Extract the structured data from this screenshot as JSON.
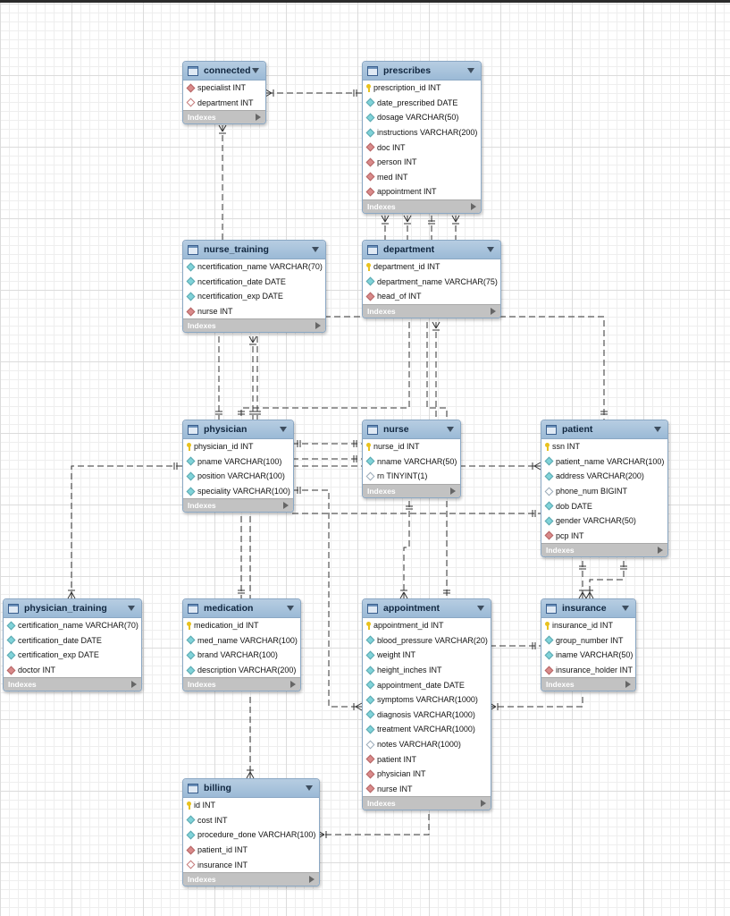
{
  "indexes_label": "Indexes",
  "tables": [
    {
      "id": "connected",
      "name": "connected",
      "columns": [
        {
          "text": "specialist INT",
          "icon": "fk"
        },
        {
          "text": "department INT",
          "icon": "fkn"
        }
      ]
    },
    {
      "id": "prescribes",
      "name": "prescribes",
      "columns": [
        {
          "text": "prescription_id INT",
          "icon": "key"
        },
        {
          "text": "date_prescribed DATE",
          "icon": "nn"
        },
        {
          "text": "dosage VARCHAR(50)",
          "icon": "nn"
        },
        {
          "text": "instructions VARCHAR(200)",
          "icon": "nn"
        },
        {
          "text": "doc INT",
          "icon": "fk"
        },
        {
          "text": "person INT",
          "icon": "fk"
        },
        {
          "text": "med INT",
          "icon": "fk"
        },
        {
          "text": "appointment INT",
          "icon": "fk"
        }
      ]
    },
    {
      "id": "nurse_training",
      "name": "nurse_training",
      "columns": [
        {
          "text": "ncertification_name VARCHAR(70)",
          "icon": "nn"
        },
        {
          "text": "ncertification_date DATE",
          "icon": "nn"
        },
        {
          "text": "ncertification_exp DATE",
          "icon": "nn"
        },
        {
          "text": "nurse INT",
          "icon": "fk"
        }
      ]
    },
    {
      "id": "department",
      "name": "department",
      "columns": [
        {
          "text": "department_id INT",
          "icon": "key"
        },
        {
          "text": "department_name VARCHAR(75)",
          "icon": "nn"
        },
        {
          "text": "head_of INT",
          "icon": "fk"
        }
      ]
    },
    {
      "id": "physician",
      "name": "physician",
      "columns": [
        {
          "text": "physician_id INT",
          "icon": "key"
        },
        {
          "text": "pname VARCHAR(100)",
          "icon": "nn"
        },
        {
          "text": "position VARCHAR(100)",
          "icon": "nn"
        },
        {
          "text": "speciality VARCHAR(100)",
          "icon": "nn"
        }
      ]
    },
    {
      "id": "nurse",
      "name": "nurse",
      "columns": [
        {
          "text": "nurse_id INT",
          "icon": "key"
        },
        {
          "text": "nname VARCHAR(50)",
          "icon": "nn"
        },
        {
          "text": "rn TINYINT(1)",
          "icon": "nl"
        }
      ]
    },
    {
      "id": "patient",
      "name": "patient",
      "columns": [
        {
          "text": "ssn INT",
          "icon": "key"
        },
        {
          "text": "patient_name VARCHAR(100)",
          "icon": "nn"
        },
        {
          "text": "address VARCHAR(200)",
          "icon": "nn"
        },
        {
          "text": "phone_num BIGINT",
          "icon": "nl"
        },
        {
          "text": "dob DATE",
          "icon": "nn"
        },
        {
          "text": "gender VARCHAR(50)",
          "icon": "nn"
        },
        {
          "text": "pcp INT",
          "icon": "fk"
        }
      ]
    },
    {
      "id": "physician_training",
      "name": "physician_training",
      "columns": [
        {
          "text": "certification_name VARCHAR(70)",
          "icon": "nn"
        },
        {
          "text": "certification_date DATE",
          "icon": "nn"
        },
        {
          "text": "certification_exp DATE",
          "icon": "nn"
        },
        {
          "text": "doctor INT",
          "icon": "fk"
        }
      ]
    },
    {
      "id": "medication",
      "name": "medication",
      "columns": [
        {
          "text": "medication_id INT",
          "icon": "key"
        },
        {
          "text": "med_name VARCHAR(100)",
          "icon": "nn"
        },
        {
          "text": "brand VARCHAR(100)",
          "icon": "nn"
        },
        {
          "text": "description VARCHAR(200)",
          "icon": "nn"
        }
      ]
    },
    {
      "id": "appointment",
      "name": "appointment",
      "columns": [
        {
          "text": "appointment_id INT",
          "icon": "key"
        },
        {
          "text": "blood_pressure VARCHAR(20)",
          "icon": "nn"
        },
        {
          "text": "weight INT",
          "icon": "nn"
        },
        {
          "text": "height_inches INT",
          "icon": "nn"
        },
        {
          "text": "appointment_date DATE",
          "icon": "nn"
        },
        {
          "text": "symptoms VARCHAR(1000)",
          "icon": "nn"
        },
        {
          "text": "diagnosis VARCHAR(1000)",
          "icon": "nn"
        },
        {
          "text": "treatment VARCHAR(1000)",
          "icon": "nn"
        },
        {
          "text": "notes VARCHAR(1000)",
          "icon": "nl"
        },
        {
          "text": "patient INT",
          "icon": "fk"
        },
        {
          "text": "physician INT",
          "icon": "fk"
        },
        {
          "text": "nurse INT",
          "icon": "fk"
        }
      ]
    },
    {
      "id": "insurance",
      "name": "insurance",
      "columns": [
        {
          "text": "insurance_id INT",
          "icon": "key"
        },
        {
          "text": "group_number INT",
          "icon": "nn"
        },
        {
          "text": "iname VARCHAR(50)",
          "icon": "nn"
        },
        {
          "text": "insurance_holder INT",
          "icon": "fk"
        }
      ]
    },
    {
      "id": "billing",
      "name": "billing",
      "columns": [
        {
          "text": "id INT",
          "icon": "key"
        },
        {
          "text": "cost INT",
          "icon": "nn"
        },
        {
          "text": "procedure_done VARCHAR(100)",
          "icon": "nn"
        },
        {
          "text": "patient_id INT",
          "icon": "fk"
        },
        {
          "text": "insurance INT",
          "icon": "fkn"
        }
      ]
    }
  ],
  "relationships": [
    {
      "from": "prescribes",
      "to": "connected"
    },
    {
      "from": "connected",
      "to": "nurse_training"
    },
    {
      "from": "prescribes",
      "to": "department"
    },
    {
      "from": "department",
      "to": "physician"
    },
    {
      "from": "department",
      "to": "nurse"
    },
    {
      "from": "department",
      "to": "patient"
    },
    {
      "from": "nurse_training",
      "to": "physician"
    },
    {
      "from": "physician",
      "to": "nurse"
    },
    {
      "from": "nurse",
      "to": "patient"
    },
    {
      "from": "physician",
      "to": "physician_training"
    },
    {
      "from": "physician",
      "to": "medication"
    },
    {
      "from": "physician",
      "to": "appointment"
    },
    {
      "from": "nurse",
      "to": "appointment"
    },
    {
      "from": "patient",
      "to": "insurance"
    },
    {
      "from": "appointment",
      "to": "insurance"
    },
    {
      "from": "medication",
      "to": "billing"
    },
    {
      "from": "appointment",
      "to": "billing"
    }
  ]
}
